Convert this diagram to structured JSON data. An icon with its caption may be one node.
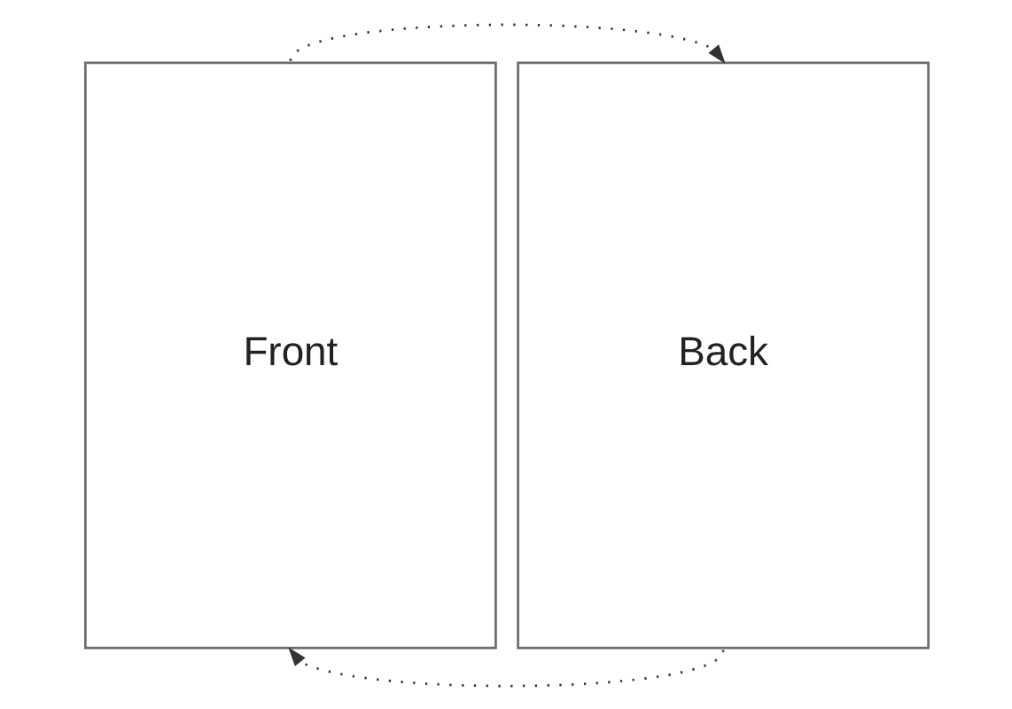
{
  "diagram": {
    "nodes": [
      {
        "text": [
          "Front"
        ]
      },
      {
        "text": [
          "Back"
        ]
      }
    ],
    "edges": [
      {
        "from": 0,
        "to": 1,
        "arrow": "to",
        "style": "dashed"
      },
      {
        "from": 1,
        "to": 0,
        "arrow": "to",
        "style": "dashed"
      }
    ]
  }
}
